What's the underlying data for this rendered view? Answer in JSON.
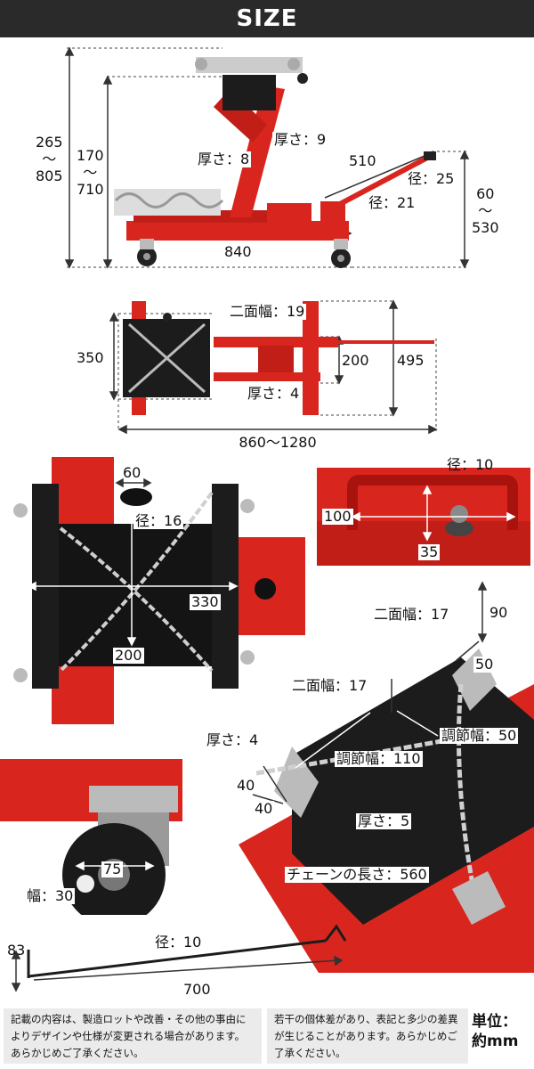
{
  "header": {
    "title": "SIZE"
  },
  "side_view": {
    "total_height": "265\n〜\n805",
    "saddle_height": "170\n〜\n710",
    "depth": "840",
    "handle_length": "510",
    "handle_height": "60\n〜\n530",
    "thickness_a": "厚さ：8",
    "thickness_b": "厚さ：9",
    "diameter_a": "径：25",
    "diameter_b": "径：21"
  },
  "top_view": {
    "width": "350",
    "across_flats": "二面幅：19",
    "inner_width": "200",
    "outer_width": "495",
    "thickness": "厚さ：4",
    "length": "860〜1280"
  },
  "saddle_detail": {
    "knob_width": "60",
    "knob_diameter": "径：16",
    "plate_width": "330",
    "plate_depth": "200"
  },
  "handle_detail": {
    "diameter": "径：10",
    "width": "100",
    "height": "35"
  },
  "saddle_corner_detail": {
    "across_flats_a": "二面幅：17",
    "height": "90",
    "size_50": "50",
    "across_flats_b": "二面幅：17",
    "adjust_a": "調節幅：50",
    "thickness_a": "厚さ：4",
    "adjust_b": "調節幅：110",
    "dim_40a": "40",
    "dim_40b": "40",
    "thickness_b": "厚さ：5",
    "chain_length": "チェーンの長さ：560"
  },
  "caster_detail": {
    "diameter": "75",
    "width": "幅：30"
  },
  "bar_detail": {
    "height": "83",
    "diameter": "径：10",
    "length": "700"
  },
  "footer": {
    "note_a": "記載の内容は、製造ロットや改善・その他の事由によりデザインや仕様が変更される場合があります。あらかじめご了承ください。",
    "note_b": "若干の個体差があり、表記と多少の差異が生じることがあります。あらかじめご了承ください。",
    "unit": "単位：約mm"
  },
  "colors": {
    "accent_red": "#d8261f",
    "steel_black": "#1c1c1c",
    "chain": "#c9c9c9"
  }
}
